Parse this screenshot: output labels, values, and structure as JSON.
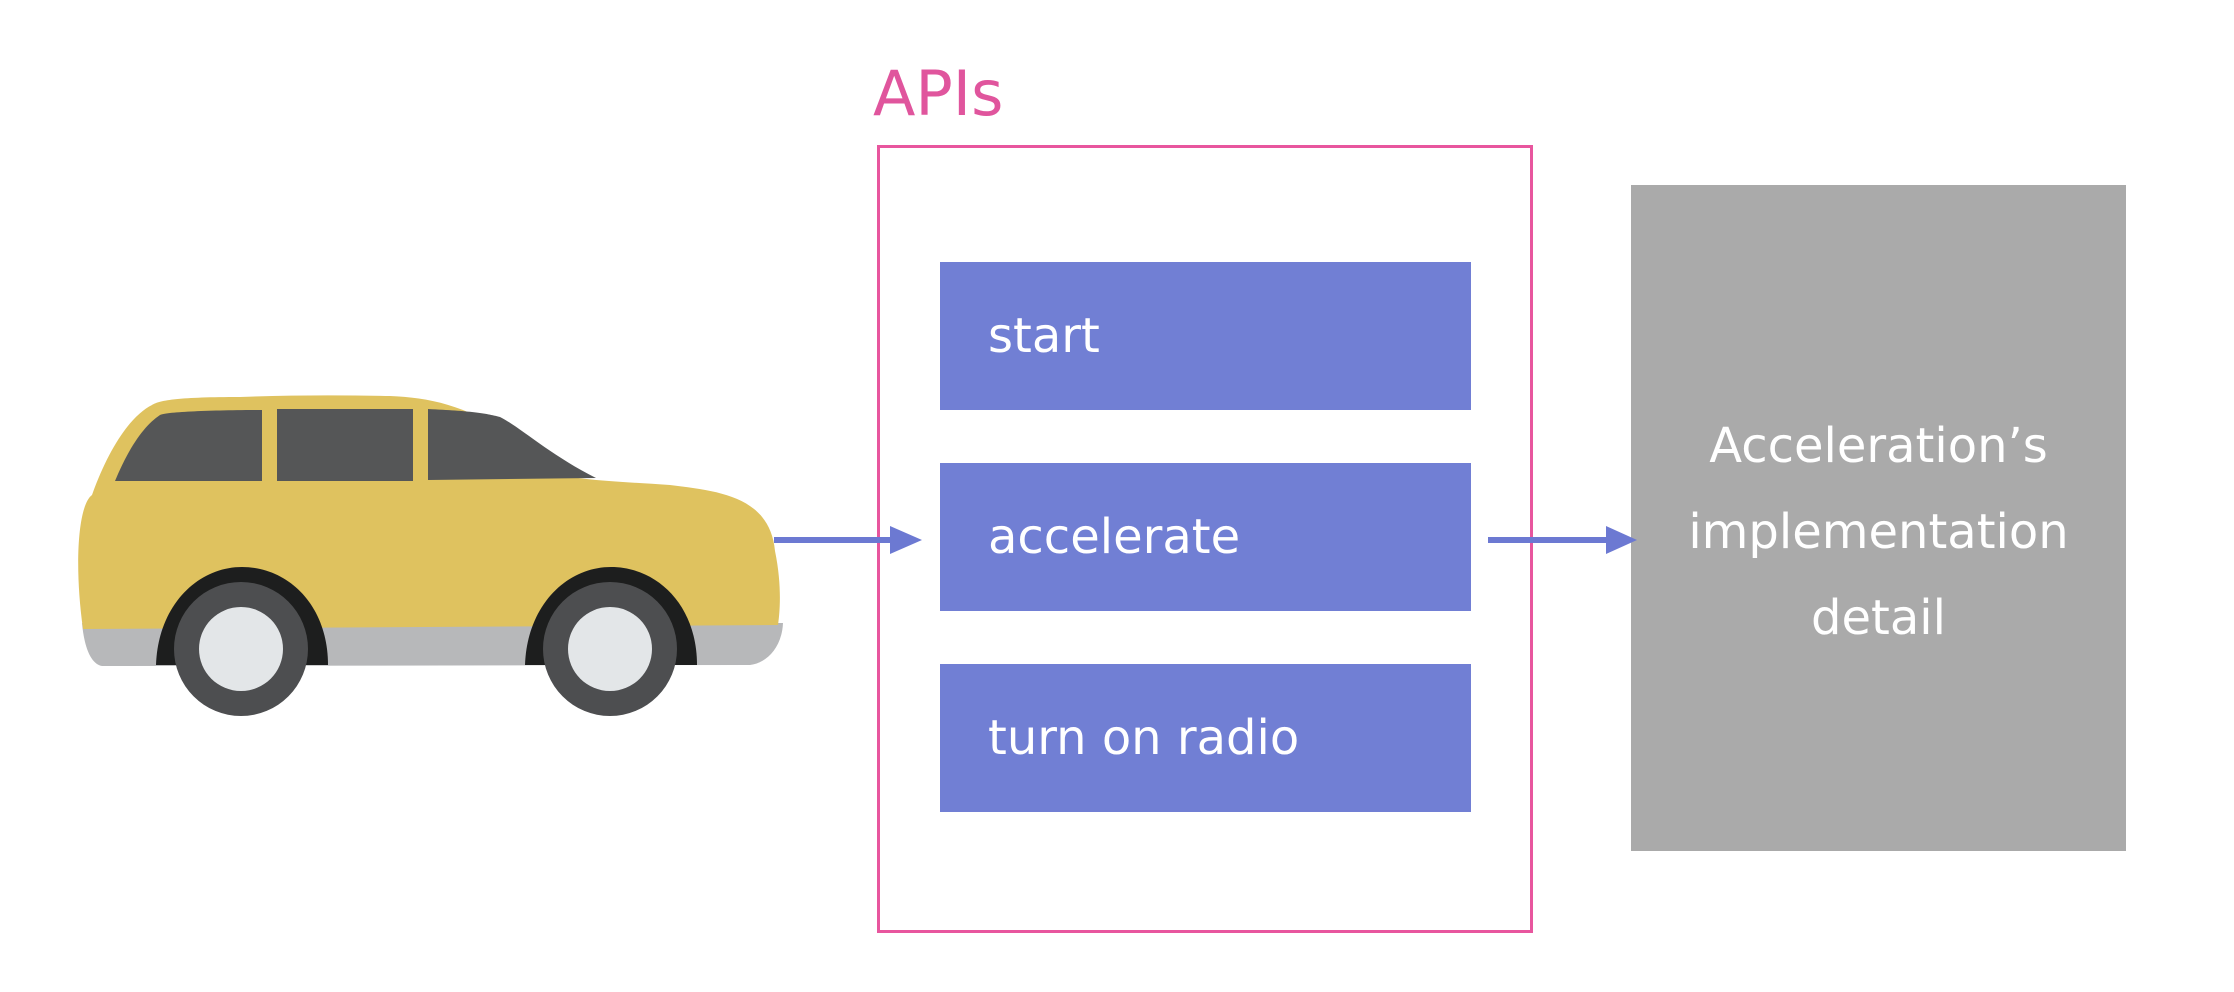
{
  "diagram": {
    "title": "APIs",
    "apis": [
      {
        "label": "start"
      },
      {
        "label": "accelerate"
      },
      {
        "label": "turn on radio"
      }
    ],
    "implementation": {
      "lines": [
        "Acceleration’s",
        "implementation",
        "detail"
      ]
    },
    "colors": {
      "accent_pink": "#e8569e",
      "api_blue": "#717fd4",
      "implementation_gray": "#aaaaaa",
      "arrow_blue": "#6c79d2",
      "car_yellow": "#dfc25f",
      "car_window": "#555657",
      "car_bumper": "#b7b8ba",
      "tire_dark": "#1d1e1e",
      "tire_gray": "#4d4e50",
      "hubcap": "#e3e6e8"
    },
    "icons": {
      "car": "car-icon",
      "arrow": "right-arrow-icon"
    }
  }
}
